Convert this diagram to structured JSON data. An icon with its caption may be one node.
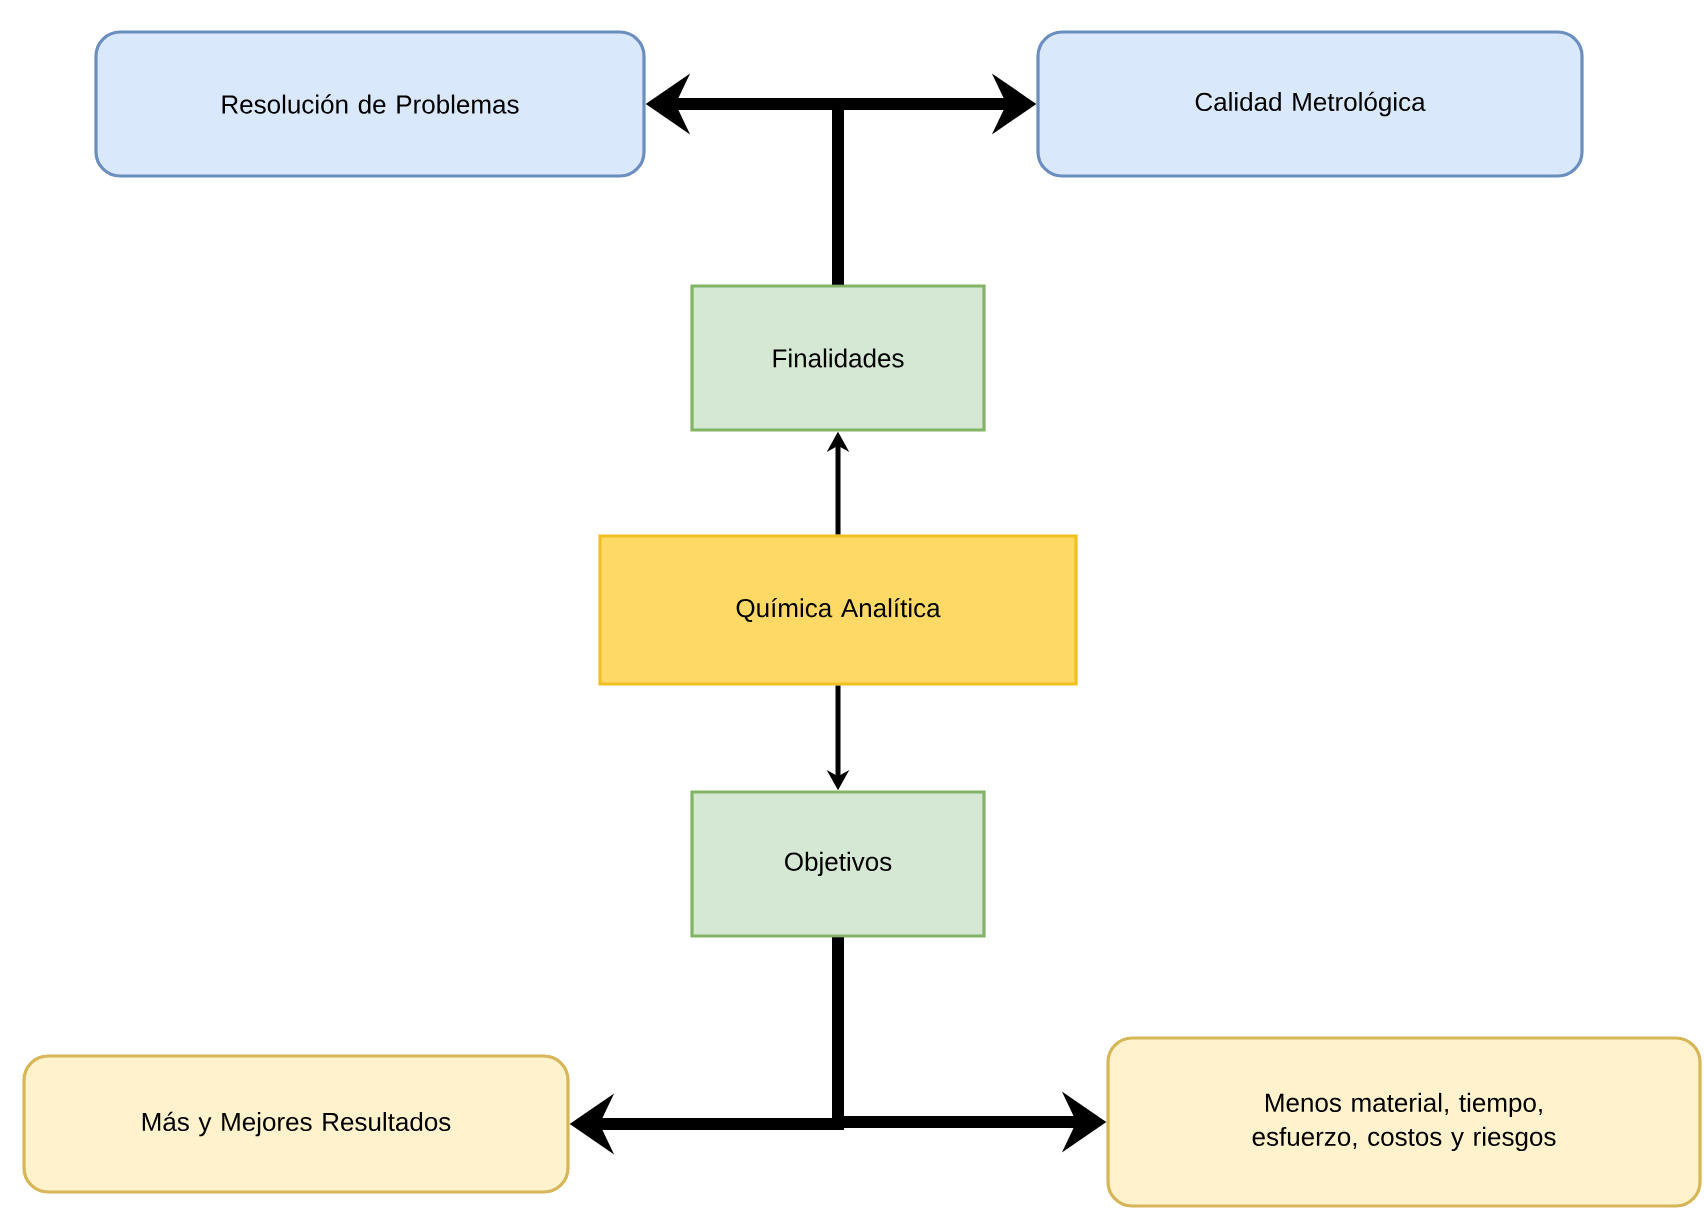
{
  "diagram": {
    "nodes": [
      {
        "text": [
          "Resolución de Problemas"
        ]
      },
      {
        "text": [
          "Calidad Metrológica"
        ]
      },
      {
        "text": [
          "Finalidades"
        ]
      },
      {
        "text": [
          "Química Analítica"
        ]
      },
      {
        "text": [
          "Objetivos"
        ]
      },
      {
        "text": [
          "Más y Mejores Resultados"
        ]
      },
      {
        "text": [
          "Menos material, tiempo, esfuerzo, costos y riesgos"
        ]
      }
    ],
    "edges": [
      {
        "from": 3,
        "to": 2,
        "arrow": "to"
      },
      {
        "from": 3,
        "to": 4,
        "arrow": "to"
      },
      {
        "from": 2,
        "to": 0,
        "arrow": "to"
      },
      {
        "from": 2,
        "to": 1,
        "arrow": "to"
      },
      {
        "from": 4,
        "to": 5,
        "arrow": "to"
      },
      {
        "from": 4,
        "to": 6,
        "arrow": "to"
      }
    ]
  }
}
